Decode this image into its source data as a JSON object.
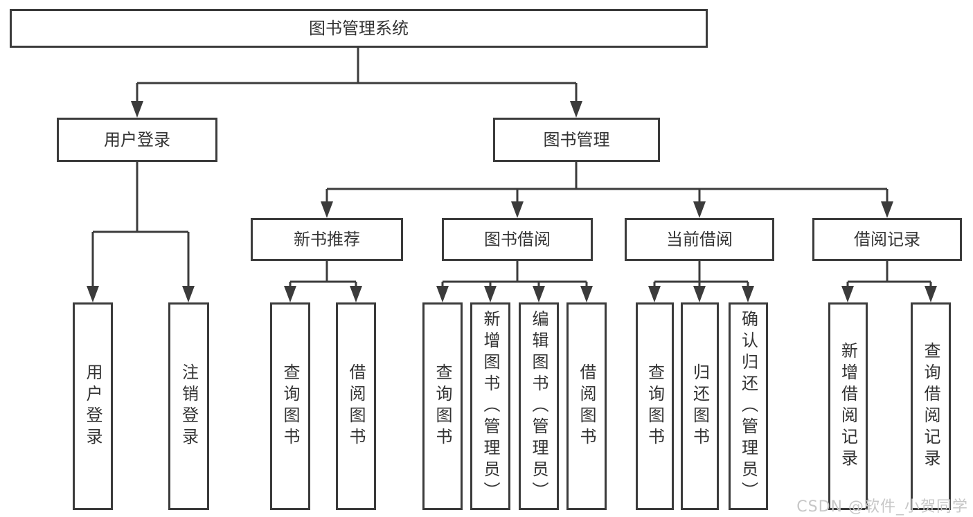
{
  "diagram": {
    "root": {
      "label": "图书管理系统"
    },
    "level2": [
      {
        "label": "用户登录",
        "children": [
          {
            "label": "用户登录"
          },
          {
            "label": "注销登录"
          }
        ]
      },
      {
        "label": "图书管理",
        "children": [
          {
            "label": "新书推荐",
            "children": [
              {
                "label": "查询图书"
              },
              {
                "label": "借阅图书"
              }
            ]
          },
          {
            "label": "图书借阅",
            "children": [
              {
                "label": "查询图书"
              },
              {
                "label": "新增图书（管理员）"
              },
              {
                "label": "编辑图书（管理员）"
              },
              {
                "label": "借阅图书"
              }
            ]
          },
          {
            "label": "当前借阅",
            "children": [
              {
                "label": "查询图书"
              },
              {
                "label": "归还图书"
              },
              {
                "label": "确认归还（管理员）"
              }
            ]
          },
          {
            "label": "借阅记录",
            "children": [
              {
                "label": "新增借阅记录"
              },
              {
                "label": "查询借阅记录"
              }
            ]
          }
        ]
      }
    ]
  },
  "watermark": {
    "text": "CSDN @软件_小贺同学"
  },
  "colors": {
    "line": "#3b3b3b",
    "box_border": "#3b3b3b",
    "text": "#333333",
    "watermark": "#c7c7c7",
    "background": "#ffffff"
  }
}
